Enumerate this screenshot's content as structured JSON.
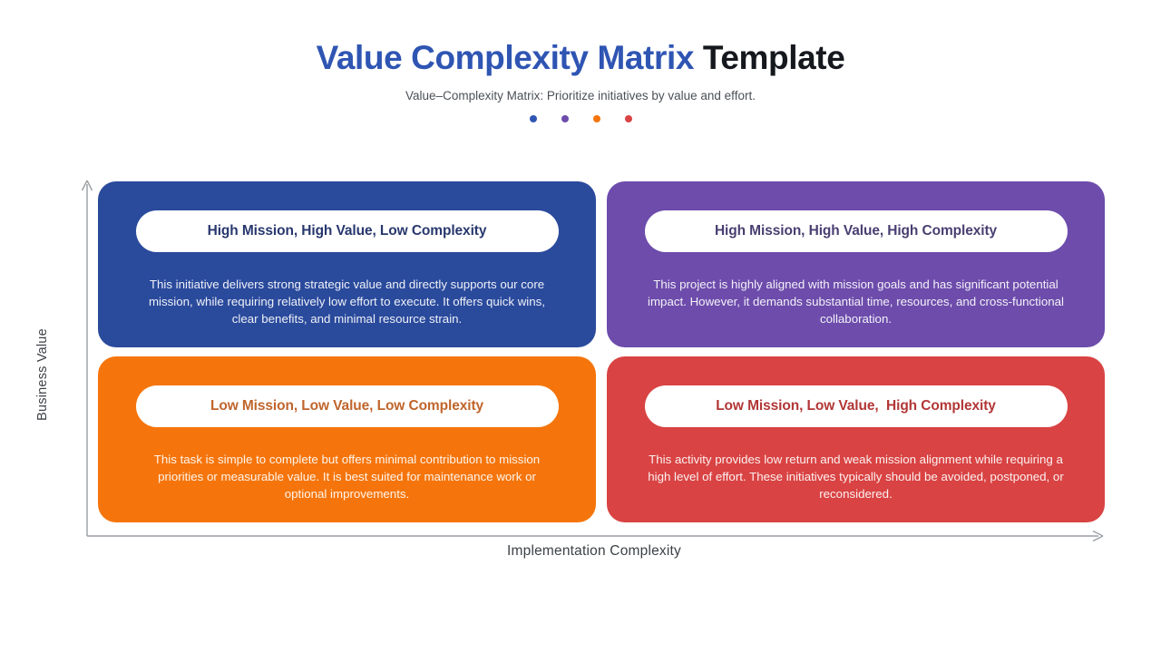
{
  "header": {
    "title_accent": "Value Complexity Matrix",
    "title_plain": " Template",
    "subtitle": "Value–Complexity Matrix: Prioritize initiatives by value and effort.",
    "dots": [
      {
        "name": "dot-blue",
        "color": "#2f55b3"
      },
      {
        "name": "dot-purple",
        "color": "#6d4cab"
      },
      {
        "name": "dot-orange",
        "color": "#f5750c"
      },
      {
        "name": "dot-red",
        "color": "#d94343"
      }
    ]
  },
  "axes": {
    "y_label": "Business Value",
    "x_label": "Implementation Complexity",
    "axis_color": "#9a9ea3"
  },
  "quadrants": [
    {
      "id": "high-value-low-complexity",
      "title": "High Mission, High Value, Low Complexity",
      "description": "This initiative delivers strong strategic value and directly supports our core mission, while requiring relatively low effort to execute. It offers quick wins, clear benefits, and minimal resource strain.",
      "fill": "#2a4a9c",
      "title_color": "#28386e"
    },
    {
      "id": "high-value-high-complexity",
      "title": "High Mission, High Value, High Complexity",
      "description": "This project is highly aligned with mission goals and has significant potential impact. However, it demands substantial time, resources, and cross-functional collaboration.",
      "fill": "#6d4cab",
      "title_color": "#4a3f72"
    },
    {
      "id": "low-value-low-complexity",
      "title": "Low Mission, Low Value, Low Complexity",
      "description": "This task is simple to complete but offers minimal contribution to mission priorities or measurable value. It is best suited for maintenance work or optional improvements.",
      "fill": "#f5750c",
      "title_color": "#c0652c"
    },
    {
      "id": "low-value-high-complexity",
      "title": "Low Mission, Low Value,  High Complexity",
      "description": "This activity provides low return and weak mission alignment while requiring a high level of effort. These initiatives typically should be avoided, postponed, or reconsidered.",
      "fill": "#d94343",
      "title_color": "#b23636"
    }
  ]
}
